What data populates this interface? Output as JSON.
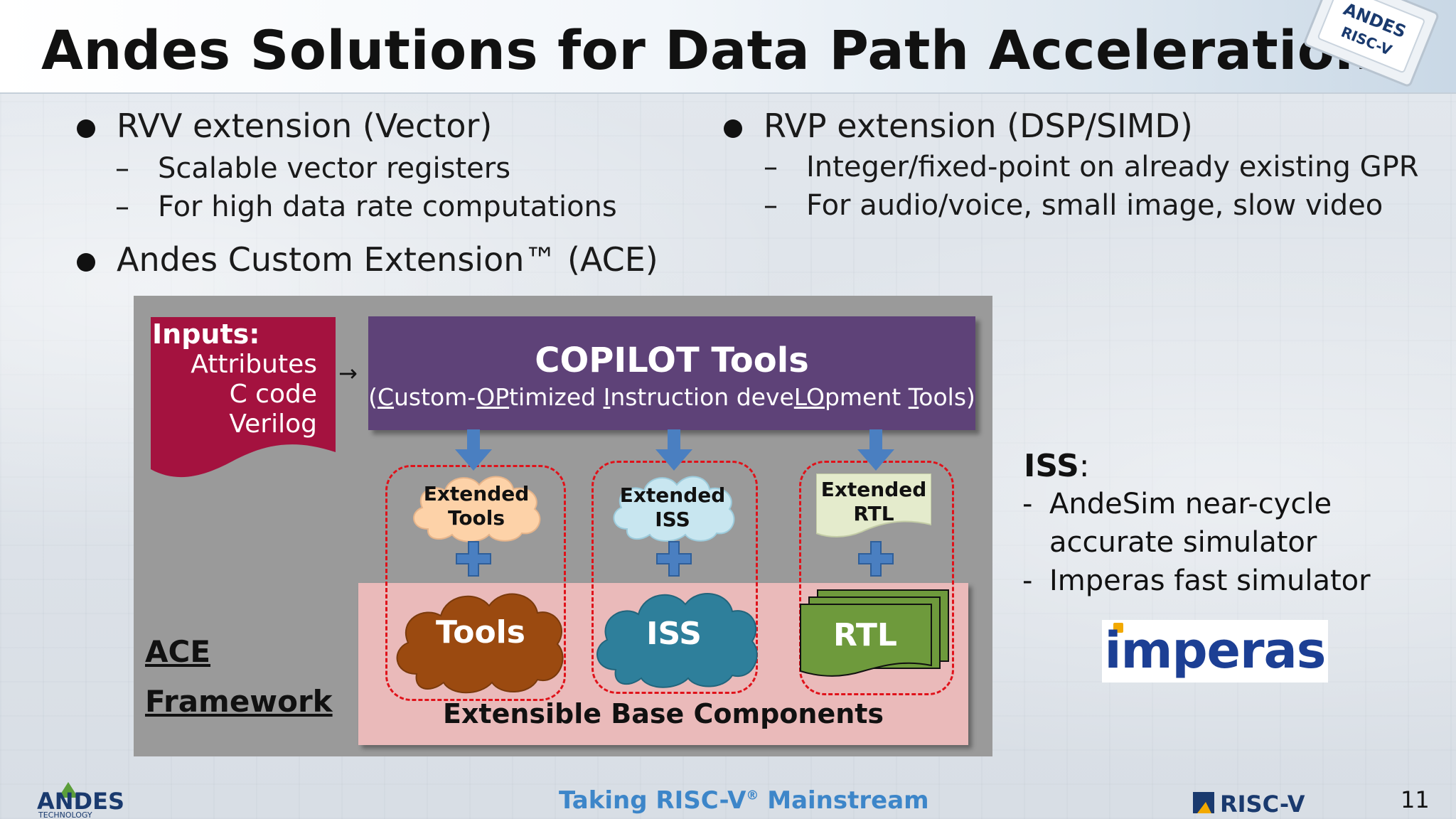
{
  "slide": {
    "title": "Andes Solutions for Data Path Acceleration",
    "page_number": "11"
  },
  "left_column": {
    "bullet1": "RVV extension (Vector)",
    "bullet1_subs": [
      "Scalable vector registers",
      "For high data rate computations"
    ],
    "bullet2": "Andes Custom Extension™ (ACE)"
  },
  "right_column": {
    "bullet1": "RVP extension (DSP/SIMD)",
    "bullet1_subs": [
      "Integer/fixed-point on already existing GPR",
      "For audio/voice, small image, slow video"
    ]
  },
  "dash": "–",
  "ace_diagram": {
    "inputs_title": "Inputs:",
    "inputs_lines": [
      "Attributes",
      "C code",
      "Verilog"
    ],
    "arrow": "→",
    "copilot_title": "COPILOT Tools",
    "copilot_sub_parts": [
      "(",
      "C",
      "ustom-",
      "OP",
      "timized ",
      "I",
      "nstruction deve",
      "LO",
      "pment ",
      "T",
      "ools)"
    ],
    "extended": [
      {
        "line1": "Extended",
        "line2": "Tools"
      },
      {
        "line1": "Extended",
        "line2": "ISS"
      },
      {
        "line1": "Extended",
        "line2": "RTL"
      }
    ],
    "base": [
      "Tools",
      "ISS",
      "RTL"
    ],
    "base_label": "Extensible Base Components",
    "ace_label_1": "ACE",
    "ace_label_2": "Framework",
    "colors": {
      "panel": "#9a9a9a",
      "copilot": "#5e4278",
      "inputs_doc": "#a4123f",
      "base_box": "#eababa",
      "dashed": "#e0121a",
      "arrow_blue": "#4a7fc1",
      "tools_cloud_light": "#fdd2a8",
      "iss_cloud_light": "#c8e6f0",
      "rtl_doc_light": "#e4ebcc",
      "tools_cloud_dark": "#9b4a10",
      "iss_cloud_dark": "#2e7f9b",
      "rtl_doc_dark": "#6e9a3c"
    }
  },
  "iss_panel": {
    "title": "ISS",
    "colon": ":",
    "items": [
      {
        "dash": "-",
        "text": "AndeSim near-cycle"
      },
      {
        "dash": "",
        "text": "accurate simulator"
      },
      {
        "dash": "-",
        "text": "Imperas fast simulator"
      }
    ],
    "logo_text": "imperas"
  },
  "footer": {
    "tagline_pre": "Taking RISC-V",
    "tagline_reg": "®",
    "tagline_post": " Mainstream",
    "andes_logo_text": "ANDES",
    "andes_logo_sub": "TECHNOLOGY",
    "riscv_logo_text": "RISC-V",
    "chip_logo_text_1": "ANDES",
    "chip_logo_text_2": "RISC-V"
  }
}
